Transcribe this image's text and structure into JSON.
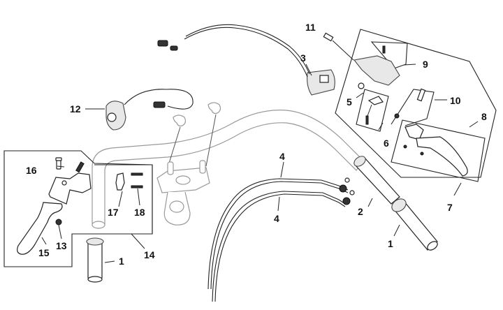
{
  "diagram": {
    "title": "Handlebar assembly exploded parts diagram",
    "callouts": [
      {
        "id": "c1a",
        "text": "1",
        "part": "right-grip"
      },
      {
        "id": "c1b",
        "text": "1",
        "part": "left-grip"
      },
      {
        "id": "c2",
        "text": "2",
        "part": "throttle-sleeve"
      },
      {
        "id": "c3",
        "text": "3",
        "part": "right-switch"
      },
      {
        "id": "c4a",
        "text": "4",
        "part": "throttle-cable-upper"
      },
      {
        "id": "c4b",
        "text": "4",
        "part": "throttle-cable-lower"
      },
      {
        "id": "c5",
        "text": "5",
        "part": "washer"
      },
      {
        "id": "c6",
        "text": "6",
        "part": "clamp-kit"
      },
      {
        "id": "c7",
        "text": "7",
        "part": "right-master-cylinder-assembly"
      },
      {
        "id": "c8",
        "text": "8",
        "part": "right-lever-kit"
      },
      {
        "id": "c9",
        "text": "9",
        "part": "reservoir-cover-kit"
      },
      {
        "id": "c10",
        "text": "10",
        "part": "pivot-bolt-kit"
      },
      {
        "id": "c11",
        "text": "11",
        "part": "banjo-bolt"
      },
      {
        "id": "c12",
        "text": "12",
        "part": "left-switch"
      },
      {
        "id": "c13",
        "text": "13",
        "part": "nut"
      },
      {
        "id": "c14",
        "text": "14",
        "part": "left-lever-assembly"
      },
      {
        "id": "c15",
        "text": "15",
        "part": "left-lever"
      },
      {
        "id": "c16",
        "text": "16",
        "part": "pivot-bolt"
      },
      {
        "id": "c17",
        "text": "17",
        "part": "clamp"
      },
      {
        "id": "c18",
        "text": "18",
        "part": "clamp-screws"
      }
    ]
  }
}
